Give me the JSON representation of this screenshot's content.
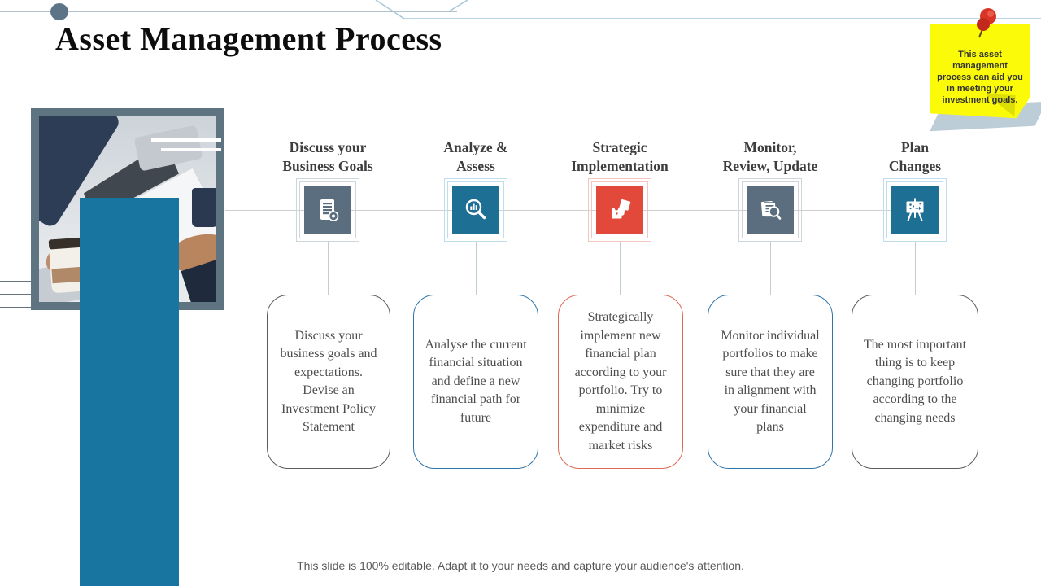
{
  "title": "Asset Management Process",
  "sticky_note": {
    "text": "This asset management process can aid you in meeting your investment goals.",
    "color": "#fbfb09",
    "pin_color": "#d93425"
  },
  "steps": [
    {
      "title1": "Discuss your",
      "title2": "Business Goals",
      "description": "Discuss your business goals and expectations. Devise an Investment Policy Statement",
      "icon": "document-target-icon",
      "tile_color": "#5a6e7f",
      "box_border_color": "#5b5b5b"
    },
    {
      "title1": "Analyze &",
      "title2": "Assess",
      "description": "Analyse the current financial situation and define a new financial path for future",
      "icon": "search-chart-icon",
      "tile_color": "#1e6f94",
      "box_border_color": "#2e74a8"
    },
    {
      "title1": "Strategic",
      "title2": "Implementation",
      "description": "Strategically implement new financial plan according to your portfolio. Try to minimize expenditure and market risks",
      "icon": "puzzle-icon",
      "tile_color": "#e2493a",
      "box_border_color": "#dc6a55"
    },
    {
      "title1": "Monitor,",
      "title2": "Review, Update",
      "description": "Monitor individual portfolios to make sure that they are in alignment with your financial plans",
      "icon": "documents-search-icon",
      "tile_color": "#5a6e7f",
      "box_border_color": "#2e74a8"
    },
    {
      "title1": "Plan",
      "title2": "Changes",
      "description": "The most important thing is to keep changing portfolio according to the changing needs",
      "icon": "presentation-board-icon",
      "tile_color": "#1e6f94",
      "box_border_color": "#5b5b5b"
    }
  ],
  "footer": "This slide is 100% editable. Adapt it to your needs and capture your audience's attention.",
  "accent_colors": {
    "teal": "#17759f",
    "slate": "#5a6e7f",
    "red": "#e2493a",
    "frame_gray_blue": "#5e7481",
    "line_light_blue": "#b9d6e8"
  }
}
